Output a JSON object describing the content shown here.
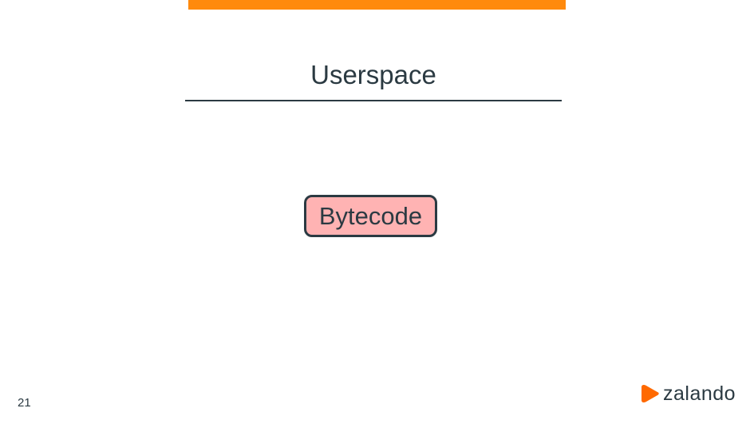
{
  "slide": {
    "title": "Userspace",
    "page_number": "21"
  },
  "diagram": {
    "nodes": [
      {
        "label": "Bytecode"
      }
    ]
  },
  "branding": {
    "logo_text": "zalando",
    "logo_icon": "zalando-flag-icon",
    "accent_color": "#ff8a0d",
    "node_fill_color": "#ffb3b3",
    "text_color": "#2b3a42"
  }
}
